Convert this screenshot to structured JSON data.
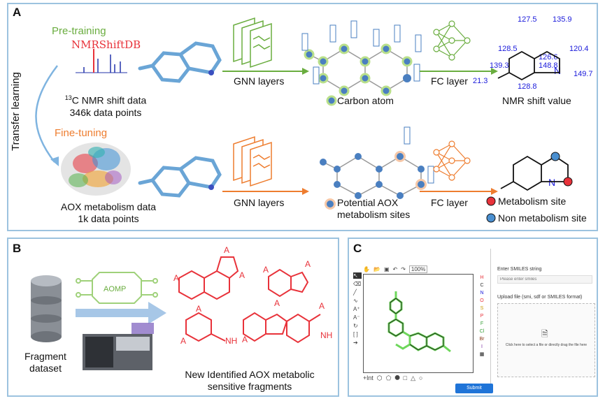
{
  "panel_a": {
    "label": "A",
    "pretraining": "Pre-training",
    "finetuning": "Fine-tuning",
    "nmrshiftdb": "NMRShiftDB",
    "transfer": "Transfer learning",
    "nmr_data_sup": "13",
    "nmr_data_line1": "C NMR shift data",
    "nmr_data_line2": "346k data points",
    "aox_data_line1": "AOX metabolism data",
    "aox_data_line2": "1k data points",
    "gnn_top": "GNN layers",
    "gnn_bottom": "GNN layers",
    "carbon_atom": "Carbon atom",
    "potential_line1": "Potential AOX",
    "potential_line2": "metabolism sites",
    "fc_top": "FC layer",
    "fc_bottom": "FC layer",
    "nmr_shift_value": "NMR shift value",
    "shifts": [
      "127.5",
      "135.9",
      "128.5",
      "120.4",
      "139.3",
      "126.6",
      "148.8",
      "21.3",
      "149.7",
      "128.8"
    ],
    "n_label_top": "N",
    "n_label_bottom": "N",
    "metabolism_site": "Metabolism site",
    "non_metabolism_site": "Non metabolism site"
  },
  "panel_b": {
    "label": "B",
    "aomp": "AOMP",
    "fragment_line1": "Fragment",
    "fragment_line2": "dataset",
    "new_line1": "New Identified AOX metabolic",
    "new_line2": "sensitive fragments",
    "atom_a": "A",
    "atom_n": "N",
    "nh": "NH",
    "h": "H"
  },
  "panel_c": {
    "label": "C",
    "zoom": "100%",
    "smiles_label": "Enter SMILES string",
    "smiles_placeholder": "Please enter smiles",
    "upload_label": "Upload file (smi, sdf or SMILES format)",
    "upload_hint": "Click here to select a file or directly drag the file here",
    "submit": "Submit",
    "elements": [
      "H",
      "C",
      "N",
      "O",
      "S",
      "P",
      "F",
      "Cl",
      "Br",
      "I"
    ],
    "more": "+lnt"
  },
  "colors": {
    "green": "#6aad3f",
    "orange": "#ee7d2f",
    "blue_node": "#4a7fc0",
    "red": "#e8323a",
    "panel_border": "#9cc3df",
    "nmr_blue": "#1a1adb",
    "submit_blue": "#1f74d8"
  }
}
